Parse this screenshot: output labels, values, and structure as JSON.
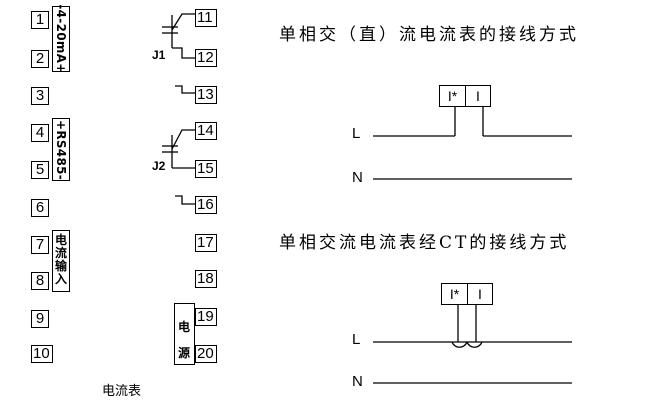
{
  "left_terminals": [
    "1",
    "2",
    "3",
    "4",
    "5",
    "6",
    "7",
    "8",
    "9",
    "10"
  ],
  "right_terminals": [
    "11",
    "12",
    "13",
    "14",
    "15",
    "16",
    "17",
    "18",
    "19",
    "20"
  ],
  "signal_labels": {
    "analog_output": "-4-20mA+",
    "rs485": "+RS485-",
    "current_input": "电流输入",
    "power": "电源"
  },
  "relays": {
    "j1": "J1",
    "j2": "J2"
  },
  "diagrams": {
    "direct": {
      "title": "单相交（直）流电流表的接线方式",
      "terminal_start": "I*",
      "terminal_end": "I",
      "line_l": "L",
      "line_n": "N"
    },
    "ct": {
      "title": "单相交流电流表经CT的接线方式",
      "terminal_start": "I*",
      "terminal_end": "I",
      "line_l": "L",
      "line_n": "N"
    }
  },
  "caption": "电流表"
}
